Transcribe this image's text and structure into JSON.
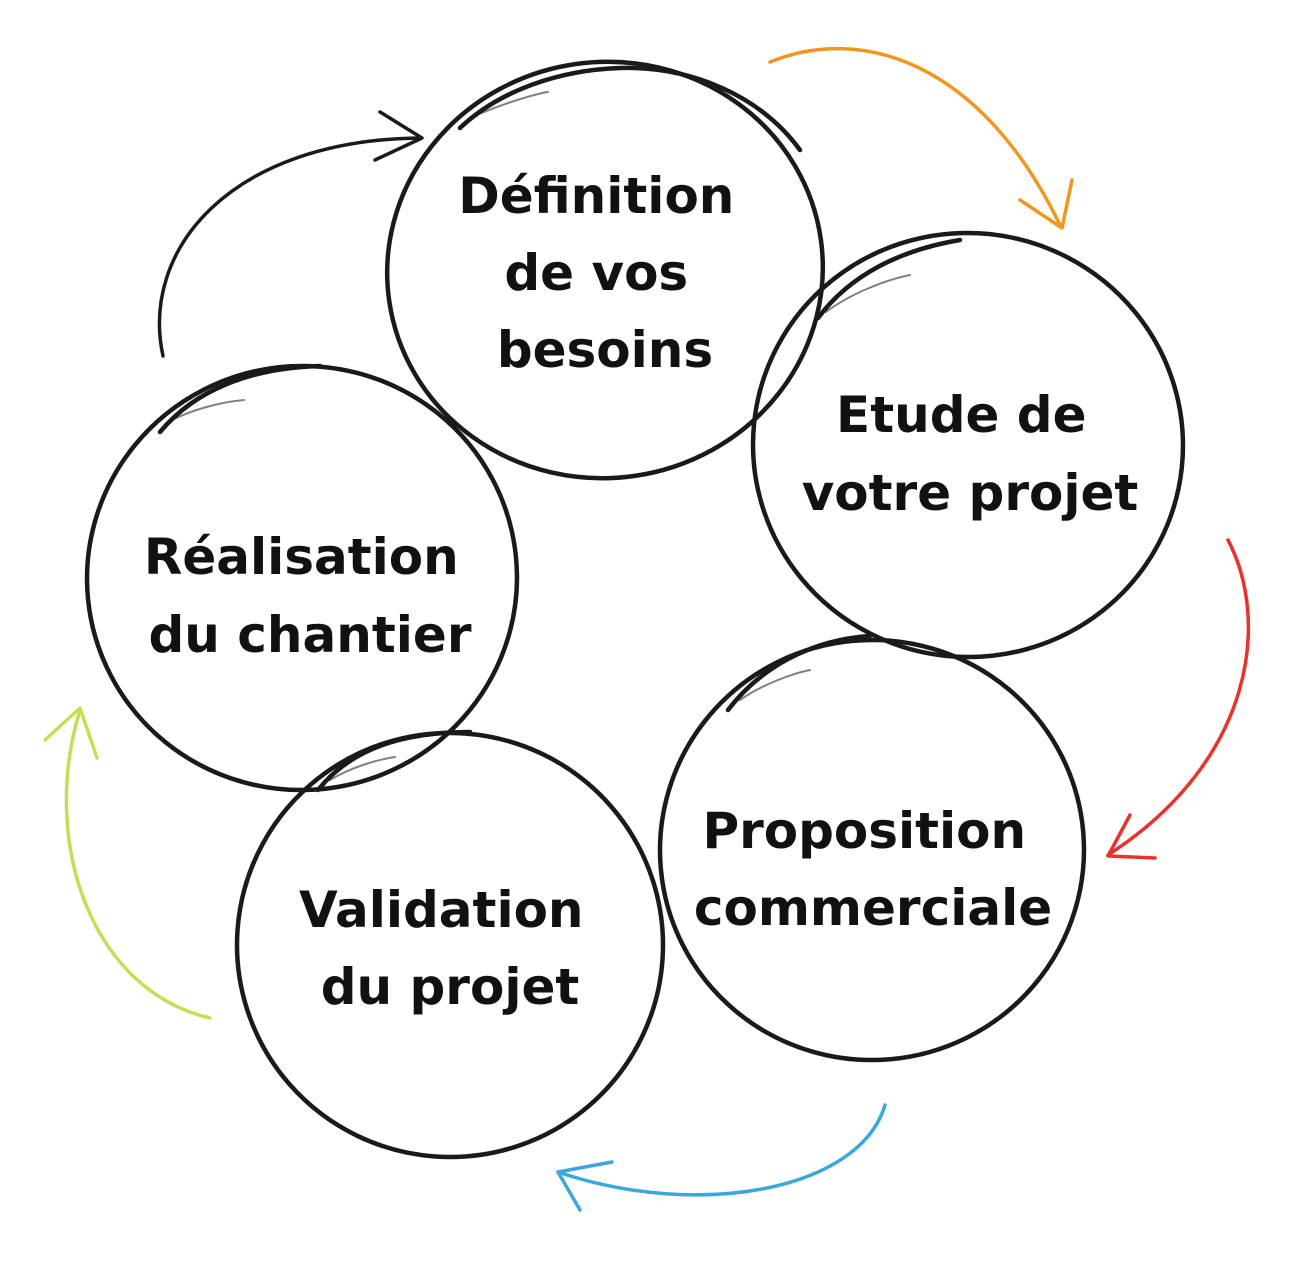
{
  "diagram": {
    "steps": [
      {
        "id": "definition",
        "lines": [
          "Définition",
          "de vos",
          "besoins"
        ]
      },
      {
        "id": "etude",
        "lines": [
          "Etude de",
          "votre projet"
        ]
      },
      {
        "id": "proposition",
        "lines": [
          "Proposition",
          "commerciale"
        ]
      },
      {
        "id": "validation",
        "lines": [
          "Validation",
          "du projet"
        ]
      },
      {
        "id": "realisation",
        "lines": [
          "Réalisation",
          "du chantier"
        ]
      }
    ],
    "arrows": [
      {
        "id": "definition-to-etude",
        "color": "#f0981e"
      },
      {
        "id": "etude-to-proposition",
        "color": "#e8322c"
      },
      {
        "id": "proposition-to-validation",
        "color": "#3aa8dc"
      },
      {
        "id": "validation-to-realisation",
        "color": "#c6dd55"
      },
      {
        "id": "realisation-to-definition",
        "color": "#1a1a1a"
      }
    ]
  }
}
